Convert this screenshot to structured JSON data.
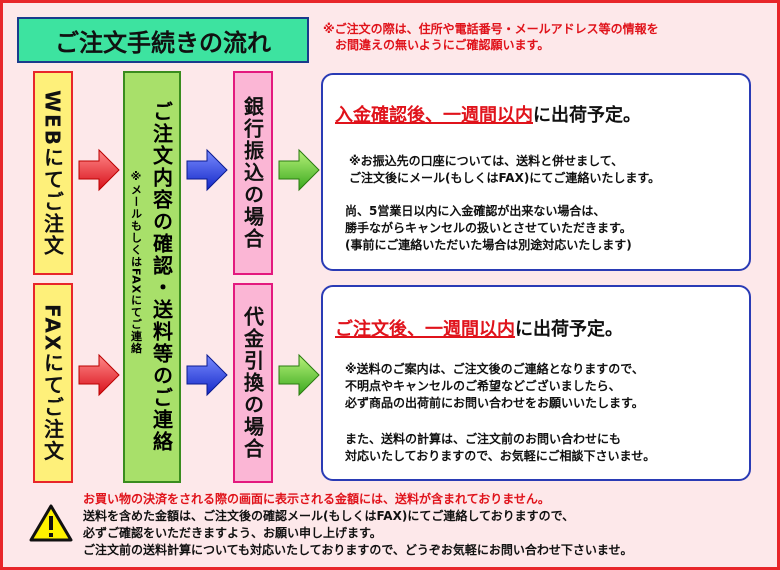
{
  "title": "ご注文手続きの流れ",
  "title_note": [
    "※ご注文の際は、住所や電話番号・メールアドレス等の情報を",
    "お間違えの無いようにご確認願います。"
  ],
  "order_web": "WEBにてご注文",
  "order_fax": "FAXにてご注文",
  "confirm": {
    "main": "ご注文内容の確認・送料等のご連絡",
    "sub": "※メールもしくはFAXにてご連絡"
  },
  "bank": "銀行振込の場合",
  "cod": "代金引換の場合",
  "bank_info": {
    "head_red": "入金確認後、一週間以内",
    "head_rest": "に出荷予定。",
    "para1": [
      "※お振込先の口座については、送料と併せまして、",
      "ご注文後にメール(もしくはFAX)にてご連絡いたします。"
    ],
    "para2": [
      "尚、5営業日以内に入金確認が出来ない場合は、",
      "勝手ながらキャンセルの扱いとさせていただきます。",
      "(事前にご連絡いただいた場合は別途対応いたします)"
    ]
  },
  "cod_info": {
    "head_red": "ご注文後、一週間以内",
    "head_rest": "に出荷予定。",
    "para1": [
      "※送料のご案内は、ご注文後のご連絡となりますので、",
      "不明点やキャンセルのご希望などございましたら、",
      "必ず商品の出荷前にお問い合わせをお願いいたします。"
    ],
    "para2": [
      "また、送料の計算は、ご注文前のお問い合わせにも",
      "対応いたしておりますので、お気軽にご相談下さいませ。"
    ]
  },
  "bottom_notes": {
    "red": "お買い物の決済をされる際の画面に表示される金額には、送料が含まれておりません。",
    "lines": [
      "送料を含めた金額は、ご注文後の確認メール(もしくはFAX)にてご連絡しておりますので、",
      "必ずご確認をいただきますよう、お願い申し上げます。",
      "ご注文前の送料計算についても対応いたしておりますので、どうぞお気軽にお問い合わせ下さいませ。"
    ]
  }
}
